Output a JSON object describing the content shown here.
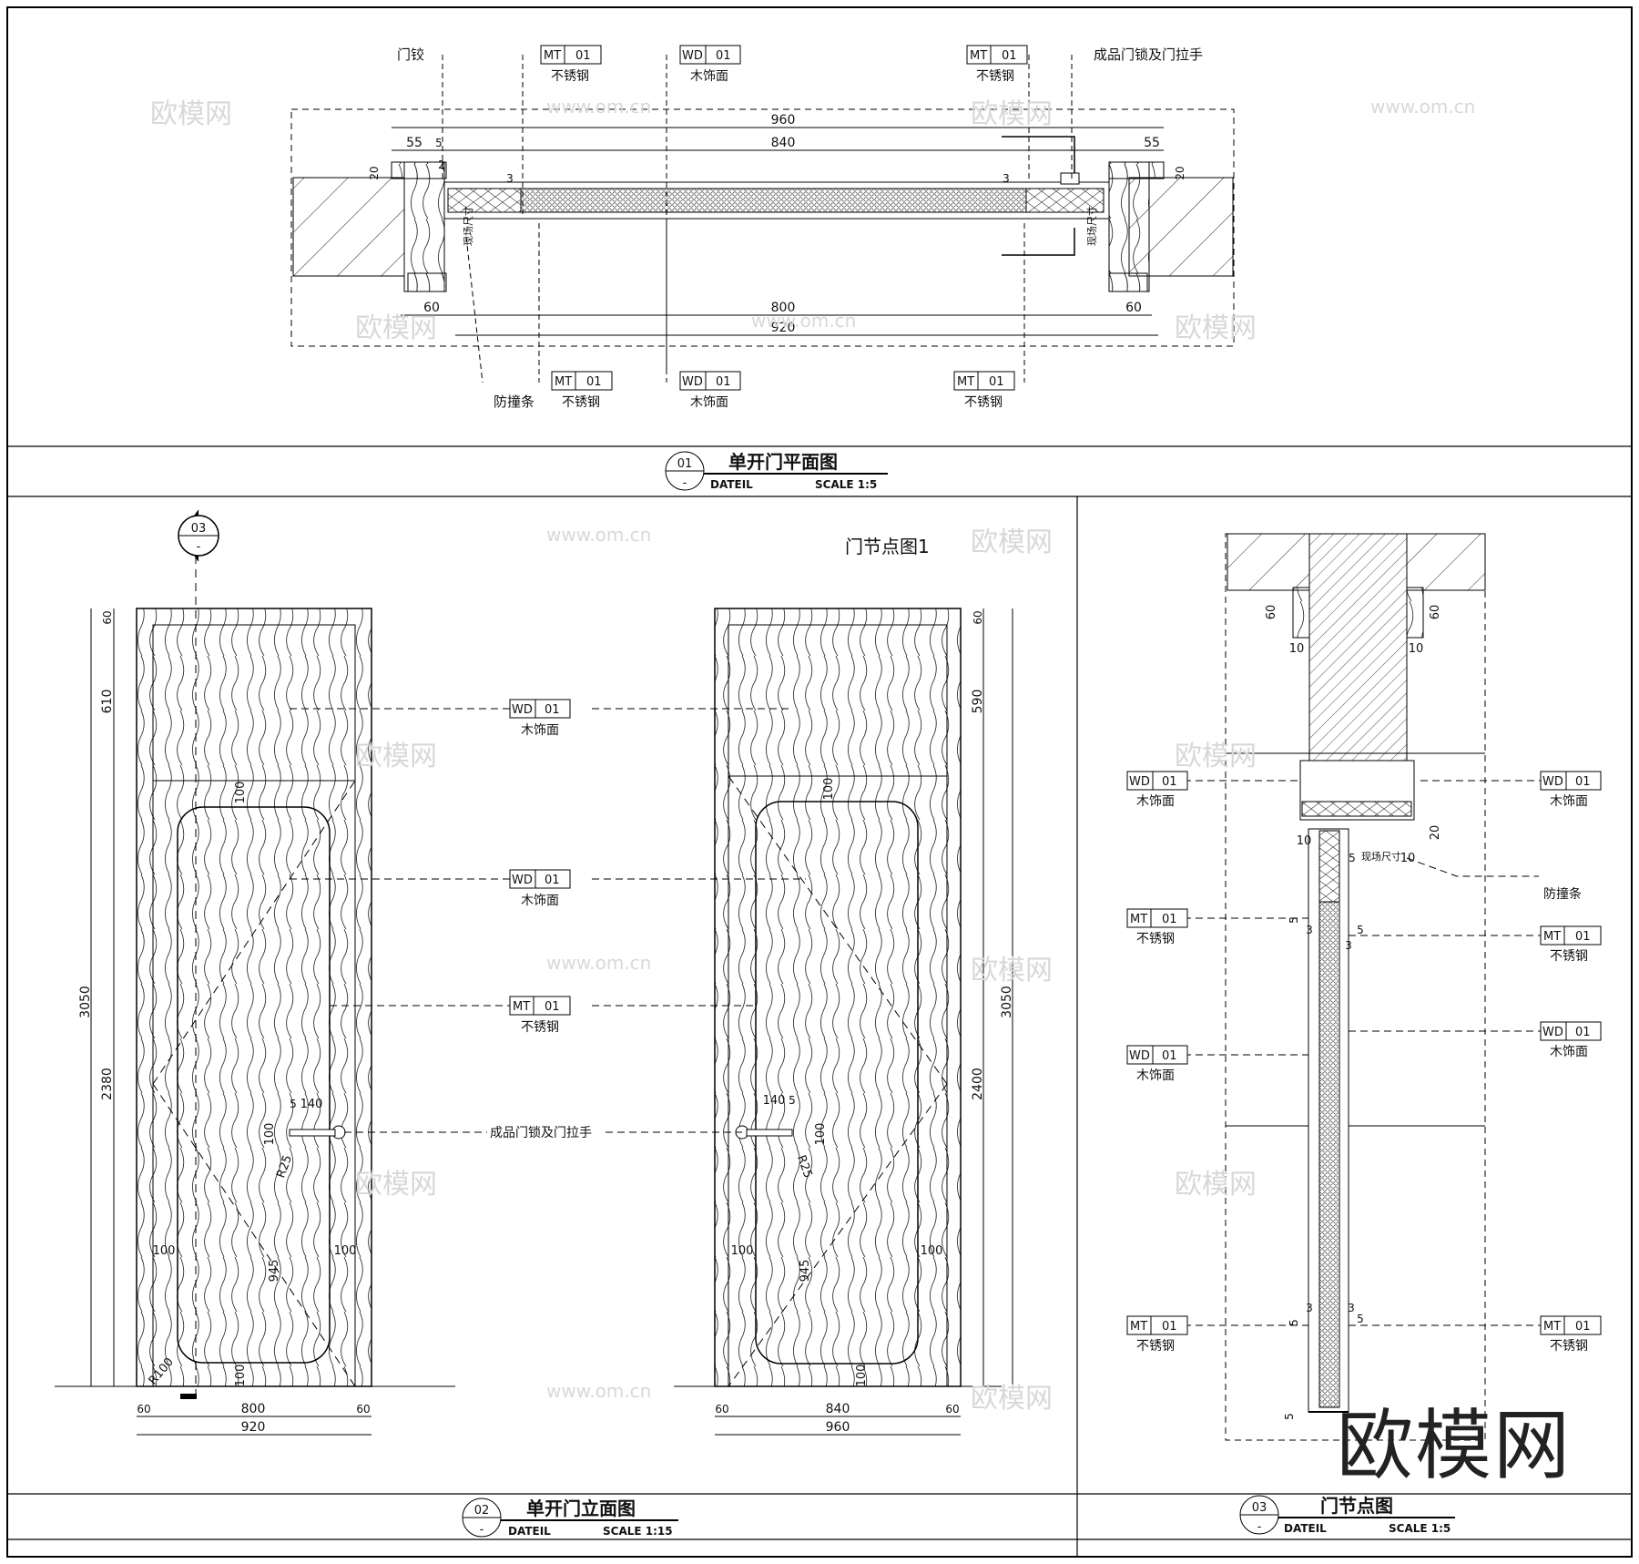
{
  "watermark": {
    "text": "欧模网",
    "url": "www.om.cn"
  },
  "materials": {
    "mt": {
      "code": "MT",
      "num": "01",
      "name": "不锈钢"
    },
    "wd": {
      "code": "WD",
      "num": "01",
      "name": "木饰面"
    }
  },
  "notes": {
    "hinge": "门铰",
    "lock": "成品门锁及门拉手",
    "bumper": "防撞条",
    "site": "现场尺寸",
    "section_title": "门节点图1"
  },
  "views": {
    "plan": {
      "number": "01",
      "sub": "-",
      "title": "单开门平面图",
      "detail": "DATEIL",
      "scale": "SCALE 1:5"
    },
    "elevation": {
      "number": "02",
      "sub": "-",
      "title": "单开门立面图",
      "detail": "DATEIL",
      "scale": "SCALE 1:15"
    },
    "node": {
      "number": "03",
      "sub": "-",
      "title": "门节点图",
      "detail": "DATEIL",
      "scale": "SCALE 1:5"
    }
  },
  "section_marker": {
    "number": "03",
    "sub": "-"
  },
  "plan_dims": {
    "overall_top": "960",
    "inner_top": "840",
    "left_reveal": "55",
    "right_reveal": "55",
    "overall_bottom": "920",
    "inner_bottom": "800",
    "jamb_left": "60",
    "jamb_right": "60",
    "small": [
      "5",
      "20",
      "2",
      "3",
      "3"
    ]
  },
  "elevation_left": {
    "total_h": "3050",
    "top_h": "610",
    "bottom_h": "2380",
    "cap": "60",
    "width_total": "920",
    "width_door": "800",
    "side": "60",
    "handle_w": "140",
    "handle_gap": "5",
    "handle_h": "100",
    "handle_r": "R25",
    "inset_top": "100",
    "inset_side": "100",
    "inset_bottom": "100",
    "gap": "5",
    "diag": "945",
    "corner": "R100"
  },
  "elevation_right": {
    "total_h": "3050",
    "top_h": "590",
    "bottom_h": "2400",
    "cap": "60",
    "width_total": "960",
    "width_door": "840",
    "side": "60",
    "handle_w": "140",
    "handle_gap": "5",
    "handle_h": "100",
    "handle_r": "R25",
    "inset_top": "100",
    "inset_side": "100",
    "inset_bottom": "100",
    "gap": "5",
    "diag": "945"
  },
  "node_dims": {
    "top_side": "60",
    "jamb": "10",
    "head": "20",
    "gap": "5",
    "thin": "3"
  },
  "brand_mark": "欧模网"
}
